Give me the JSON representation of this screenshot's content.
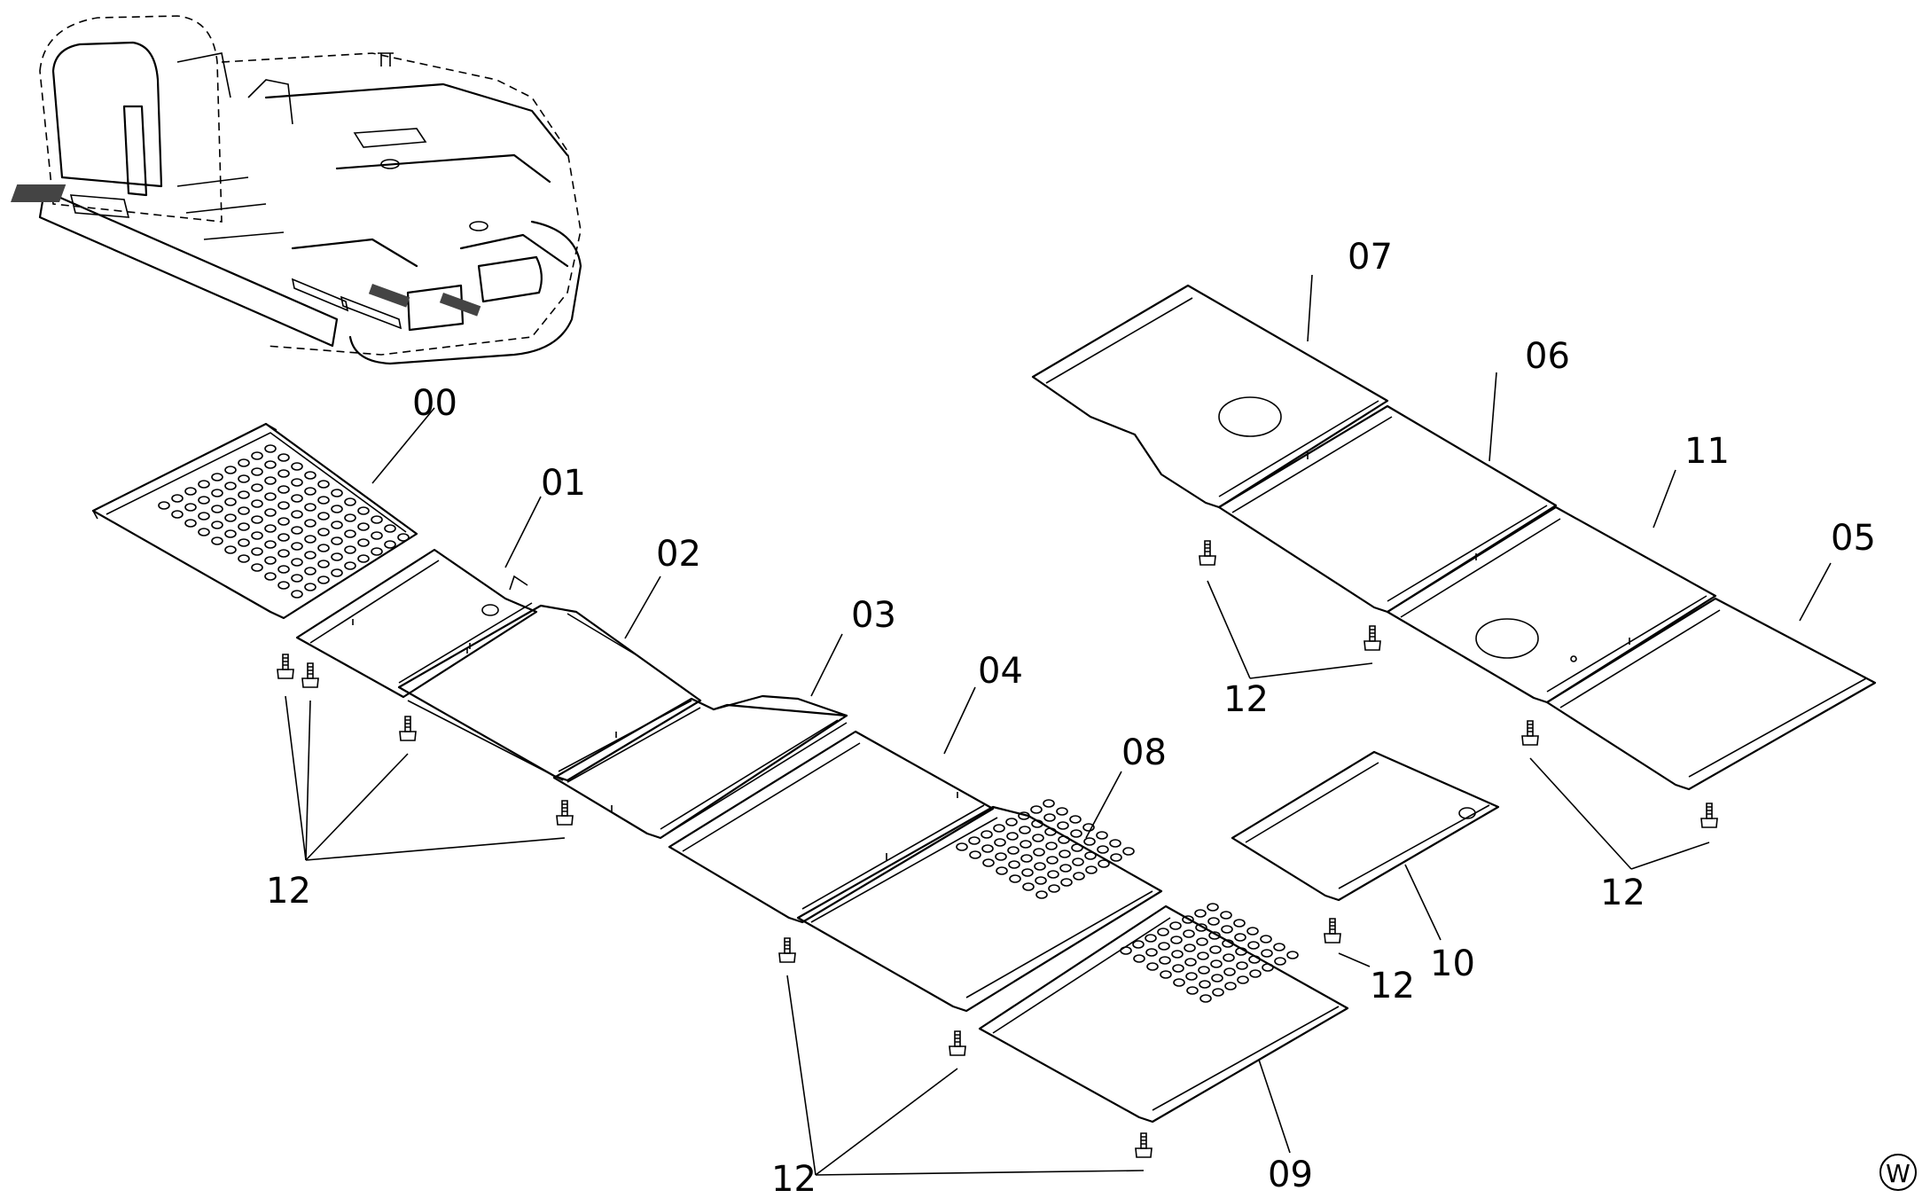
{
  "diagram": {
    "part_labels": {
      "p00": "00",
      "p01": "01",
      "p02": "02",
      "p03": "03",
      "p04": "04",
      "p05": "05",
      "p06": "06",
      "p07": "07",
      "p08": "08",
      "p09": "09",
      "p10": "10",
      "p11": "11"
    },
    "bolt_label": "12",
    "corner_mark": "W"
  }
}
